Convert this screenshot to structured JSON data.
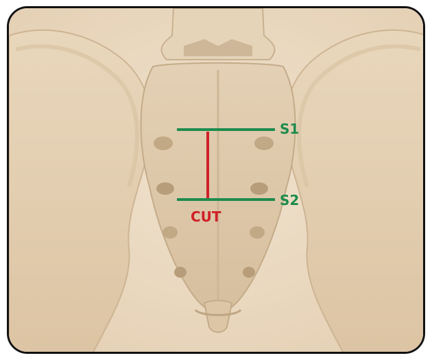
{
  "labels": {
    "s1": "S1",
    "s2": "S2",
    "cut": "CUT"
  },
  "colors": {
    "level_line": "#1e8b4d",
    "cut_line": "#cf2028",
    "background": "#ecdcc4",
    "bone": "#e2cfb2",
    "bone_shadow": "#c9b393",
    "frame_border": "#111111"
  },
  "icons": {
    "illustration": "pelvis-sacrum-posterior-view"
  }
}
